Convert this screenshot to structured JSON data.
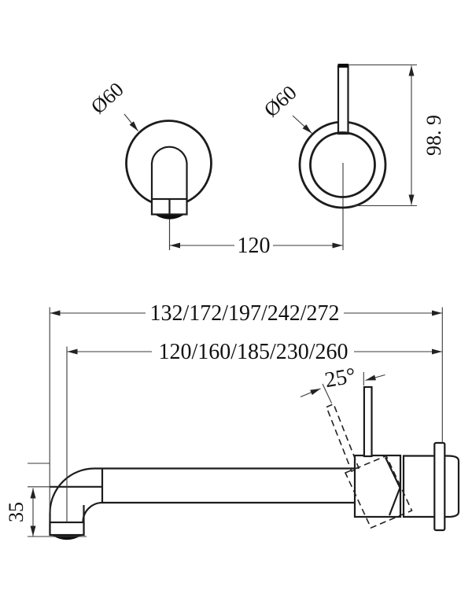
{
  "drawing": {
    "background": "#ffffff",
    "line_color": "#1c1c1c",
    "dim_color": "#333333",
    "labels": {
      "spout_diameter": "Ø60",
      "mixer_diameter": "Ø60",
      "handle_height": "98. 9",
      "front_spacing": "120",
      "overall_length_options": "132/172/197/242/272",
      "spout_length_options": "120/160/185/230/260",
      "handle_angle": "25°",
      "spout_drop": "35"
    }
  }
}
